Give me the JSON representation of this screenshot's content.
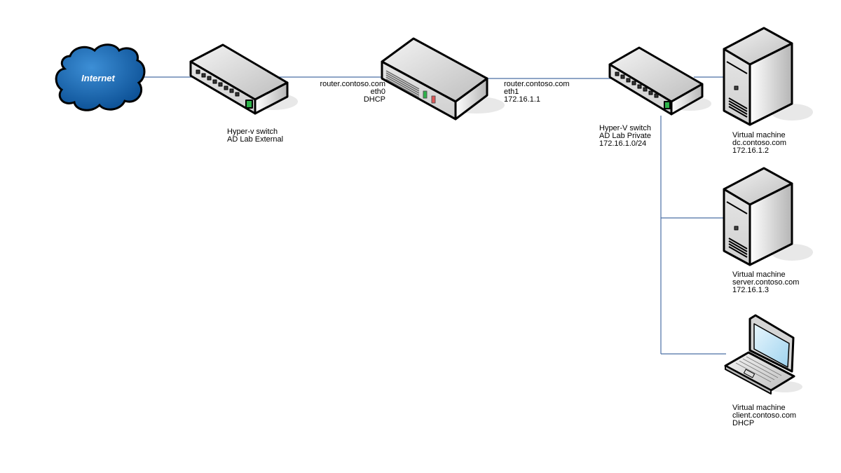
{
  "cloud": {
    "label": "Internet",
    "color": "#1f6fb5"
  },
  "external_switch": {
    "lines": [
      "Hyper-v switch",
      "AD Lab External"
    ]
  },
  "router_eth0": {
    "lines": [
      "router.contoso.com",
      "eth0",
      "DHCP"
    ]
  },
  "router_eth1": {
    "lines": [
      "router.contoso.com",
      "eth1",
      "172.16.1.1"
    ]
  },
  "private_switch": {
    "lines": [
      "Hyper-V switch",
      "AD Lab Private",
      "172.16.1.0/24"
    ]
  },
  "dc": {
    "lines": [
      "Virtual machine",
      "dc.contoso.com",
      "172.16.1.2"
    ]
  },
  "server": {
    "lines": [
      "Virtual machine",
      "server.contoso.com",
      "172.16.1.3"
    ]
  },
  "client": {
    "lines": [
      "Virtual machine",
      "client.contoso.com",
      "DHCP"
    ]
  },
  "colors": {
    "link": "#4a6fa5",
    "port_led": "#2db34a",
    "alarm_led": "#e05555"
  }
}
